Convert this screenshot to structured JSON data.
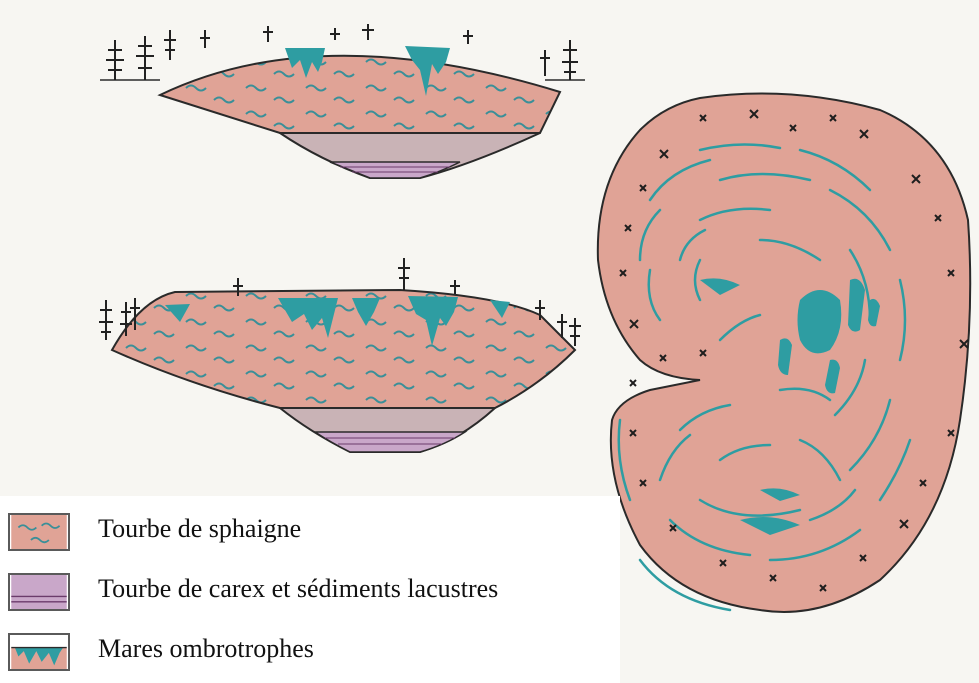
{
  "colors": {
    "sphagnum_peat": "#e0a396",
    "carex_peat": "#c9a7c9",
    "pools": "#2e9da2",
    "outline": "#2a2a2a",
    "background": "#f7f6f2"
  },
  "legend": {
    "items": [
      {
        "label": "Tourbe de sphaigne",
        "swatch": "sphagnum-peat"
      },
      {
        "label": "Tourbe de carex et sédiments lacustres",
        "swatch": "carex-peat"
      },
      {
        "label": "Mares ombrotrophes",
        "swatch": "ombrotrophic-pools"
      }
    ]
  }
}
